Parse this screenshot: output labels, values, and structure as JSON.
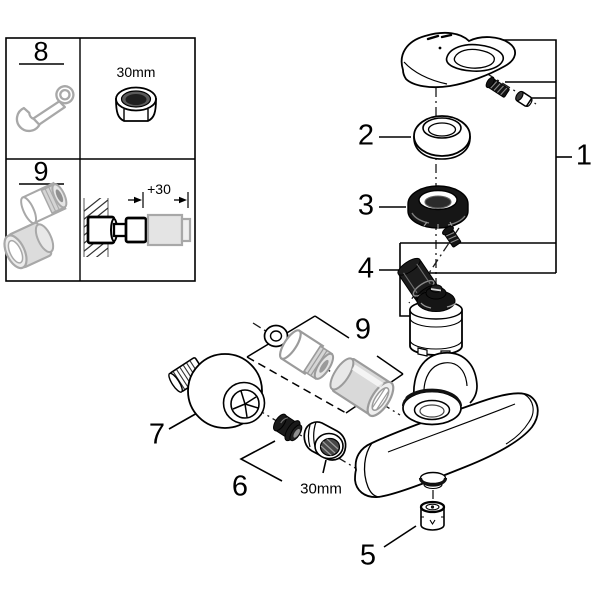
{
  "legend": {
    "tool": {
      "number": "8",
      "size": "30mm",
      "icon": "open-end-wrench-icon",
      "part_icon": "hex-nut-icon"
    },
    "extensions": {
      "number": "9",
      "dimension": "+30",
      "icon": "extension-set-icon",
      "detail_icon": "wall-mounted-extension-icon"
    }
  },
  "callouts": [
    {
      "label": "1",
      "part": "lever-handle-assembly"
    },
    {
      "label": "2",
      "part": "escutcheon-cap-ring"
    },
    {
      "label": "3",
      "part": "cartridge-ring-nut"
    },
    {
      "label": "4",
      "part": "adapter-with-screw"
    },
    {
      "label": "5",
      "part": "outlet-plug"
    },
    {
      "label": "6",
      "part": "filter-and-union-nut"
    },
    {
      "label": "7",
      "part": "s-union"
    },
    {
      "label": "9",
      "part": "extension-set"
    }
  ],
  "labels": {
    "union_nut_size": "30mm"
  },
  "colors": {
    "line": "#000000",
    "gray_part": "#9b9b9b",
    "light_fill": "#d9d9d9"
  }
}
